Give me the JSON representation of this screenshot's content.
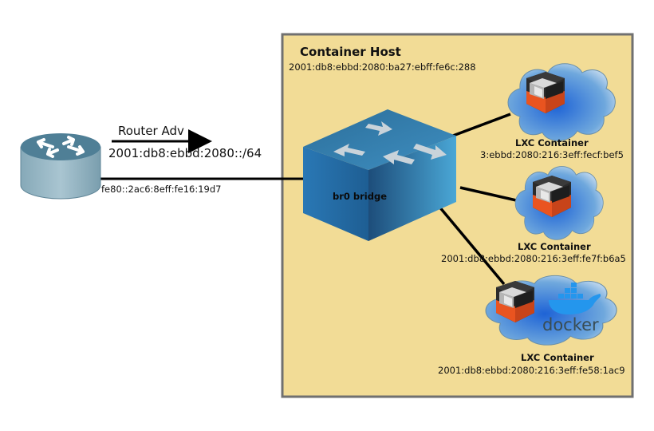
{
  "host": {
    "title": "Container Host",
    "address": "2001:db8:ebbd:2080:ba27:ebff:fe6c:288"
  },
  "router": {
    "advert_label": "Router Adv",
    "prefix": "2001:db8:ebbd:2080::/64",
    "link_local": "fe80::2ac6:8eff:fe16:19d7",
    "icon": "router-icon"
  },
  "bridge": {
    "label": "br0 bridge",
    "icon": "switch-icon"
  },
  "containers": [
    {
      "label": "LXC Container",
      "address": "3:ebbd:2080:216:3eff:fecf:bef5",
      "icon": "lxc-icon"
    },
    {
      "label": "LXC Container",
      "address": "2001:db8:ebbd:2080:216:3eff:fe7f:b6a5",
      "icon": "lxc-icon"
    },
    {
      "label": "LXC Container",
      "address": "2001:db8:ebbd:2080:216:3eff:fe58:1ac9",
      "icon": "lxc-icon",
      "extra_logo": "docker"
    }
  ],
  "colors": {
    "host_fill": "#f2dc96",
    "host_border": "#707070",
    "router": "#5b8fa6",
    "switch": "#2f78a9",
    "cloud": "#3f82d6",
    "lxc_orange": "#e95420",
    "docker_blue": "#2496ed"
  }
}
